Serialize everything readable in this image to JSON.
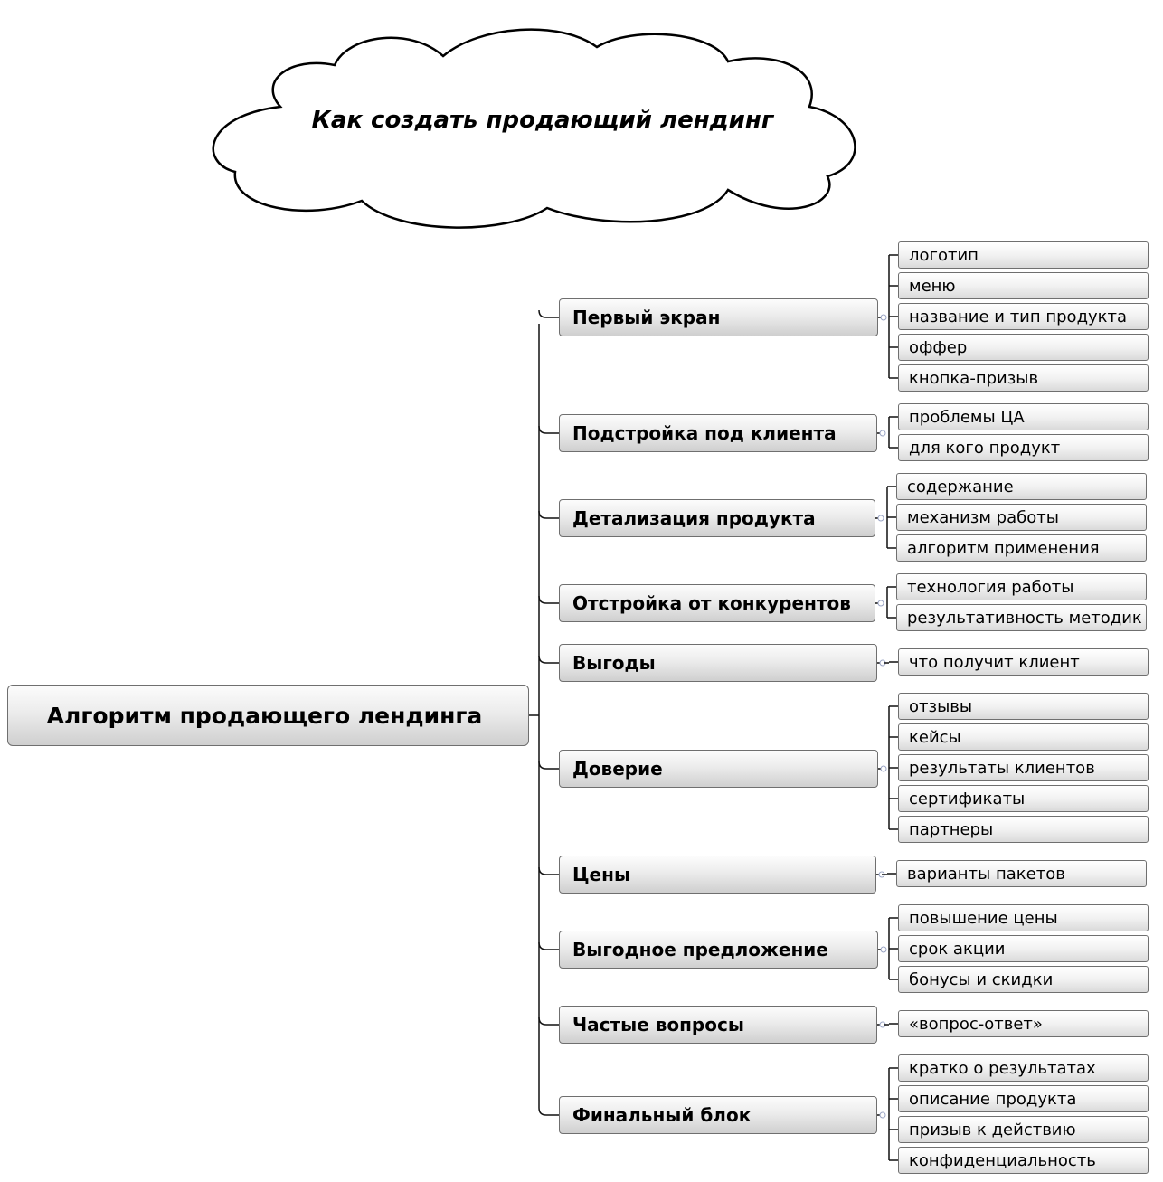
{
  "title": "Как создать продающий лендинг",
  "root": "Алгоритм продающего лендинга",
  "branches": [
    {
      "label": "Первый экран",
      "children": [
        "логотип",
        "меню",
        "название и тип продукта",
        "оффер",
        "кнопка-призыв"
      ]
    },
    {
      "label": "Подстройка под клиента",
      "children": [
        "проблемы ЦА",
        "для кого продукт"
      ]
    },
    {
      "label": "Детализация продукта",
      "children": [
        "содержание",
        "механизм работы",
        "алгоритм применения"
      ]
    },
    {
      "label": "Отстройка от конкурентов",
      "children": [
        "технология работы",
        "результативность методик"
      ]
    },
    {
      "label": "Выгоды",
      "children": [
        "что получит клиент"
      ]
    },
    {
      "label": "Доверие",
      "children": [
        "отзывы",
        "кейсы",
        "результаты клиентов",
        "сертификаты",
        "партнеры"
      ]
    },
    {
      "label": "Цены",
      "children": [
        "варианты пакетов"
      ]
    },
    {
      "label": "Выгодное предложение",
      "children": [
        "повышение цены",
        "срок акции",
        "бонусы и скидки"
      ]
    },
    {
      "label": "Частые вопросы",
      "children": [
        "«вопрос-ответ»"
      ]
    },
    {
      "label": "Финальный блок",
      "children": [
        "кратко о результатах",
        "описание продукта",
        "призыв к действию",
        "конфиденциальность"
      ]
    }
  ]
}
